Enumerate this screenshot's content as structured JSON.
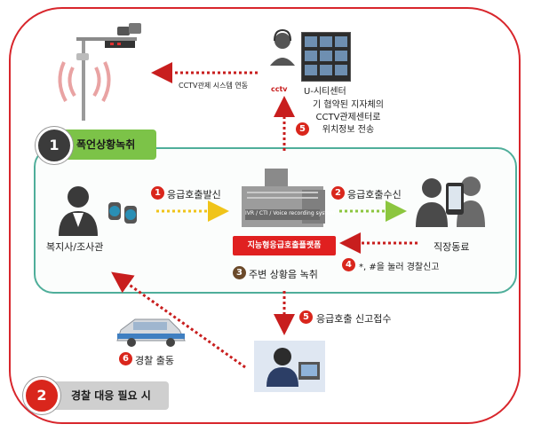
{
  "sections": {
    "s1": {
      "number": "1",
      "label": "폭언상황녹취"
    },
    "s2": {
      "number": "2",
      "label": "경찰 대응 필요 시"
    }
  },
  "nodes": {
    "welfare_worker": "복지사/조사관",
    "colleague": "직장동료",
    "u_city_center": "U-시티센터",
    "u_city_logo": "cctv",
    "cctv_link": "CCTV관제 시스템 연동",
    "platform_name": "지능형응급호출플랫폼",
    "server_panel": "IVR / CTI / Voice recording system"
  },
  "steps": {
    "s1": {
      "num": "1",
      "text": "응급호출발신"
    },
    "s2": {
      "num": "2",
      "text": "응급호출수신"
    },
    "s3": {
      "num": "3",
      "text": "주변 상황음 녹취"
    },
    "s4": {
      "num": "4",
      "text": "*, #을 눌러 경찰신고"
    },
    "s5a": {
      "num": "5",
      "line1": "기 협약된 지자체의",
      "line2": "CCTV관제센터로",
      "line3": "위치정보 전송"
    },
    "s5b": {
      "num": "5",
      "text": "응급호출 신고접수"
    },
    "s6": {
      "num": "6",
      "text": "경찰 출동"
    }
  },
  "colors": {
    "outer_frame": "#d8262c",
    "inner_frame": "#4fae9a",
    "section1_fill": "#7cc348",
    "section2_fill": "#cfcfcf",
    "arrow_red": "#c81e1e",
    "arrow_yellow": "#f0c419",
    "arrow_green": "#8cc63f",
    "platform": "#e02020"
  }
}
